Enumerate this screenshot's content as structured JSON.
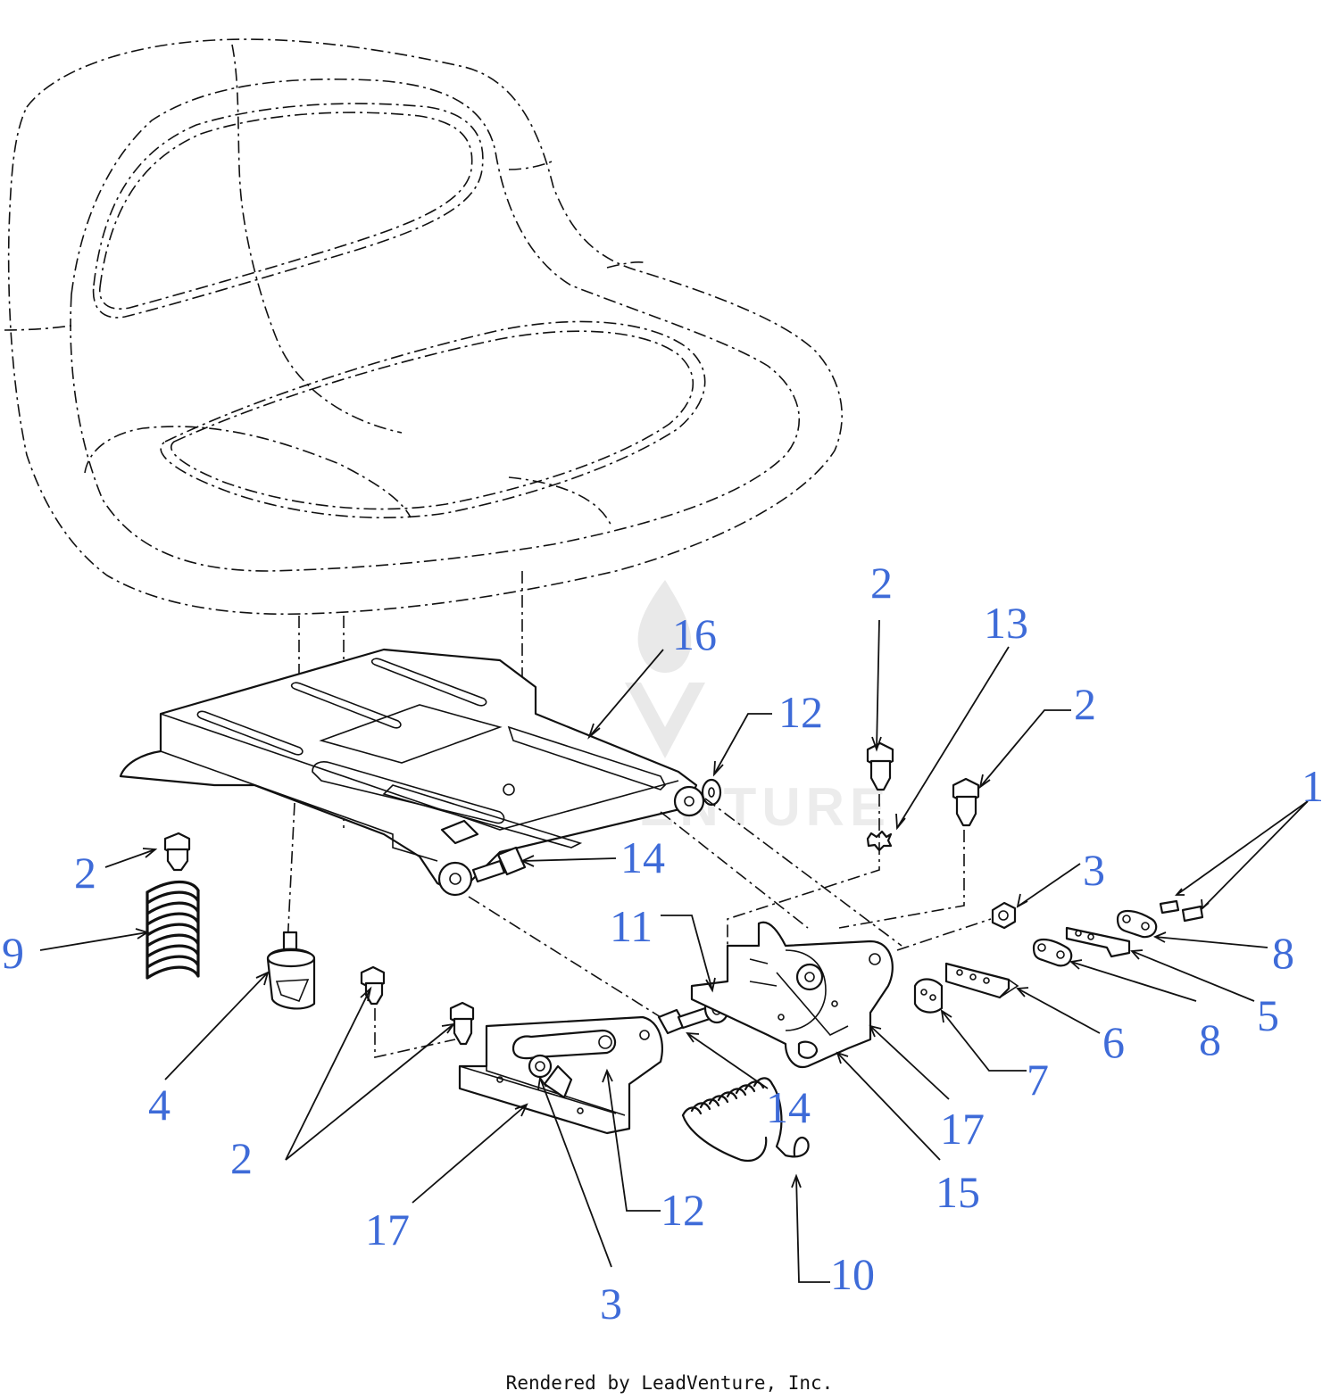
{
  "footer": {
    "text": "Rendered by LeadVenture, Inc."
  },
  "watermark": {
    "text": "LEADVENTURE"
  },
  "colors": {
    "callout": "#3e6bd8",
    "line": "#111111"
  },
  "callouts": [
    {
      "id": "c16",
      "label": "16"
    },
    {
      "id": "c2a",
      "label": "2"
    },
    {
      "id": "c13",
      "label": "13"
    },
    {
      "id": "c12a",
      "label": "12"
    },
    {
      "id": "c2b",
      "label": "2"
    },
    {
      "id": "c1",
      "label": "1"
    },
    {
      "id": "c2c",
      "label": "2"
    },
    {
      "id": "c14a",
      "label": "14"
    },
    {
      "id": "c3a",
      "label": "3"
    },
    {
      "id": "c9",
      "label": "9"
    },
    {
      "id": "c11",
      "label": "11"
    },
    {
      "id": "c8a",
      "label": "8"
    },
    {
      "id": "c5",
      "label": "5"
    },
    {
      "id": "c8b",
      "label": "8"
    },
    {
      "id": "c6",
      "label": "6"
    },
    {
      "id": "c7",
      "label": "7"
    },
    {
      "id": "c4",
      "label": "4"
    },
    {
      "id": "c14b",
      "label": "14"
    },
    {
      "id": "c17a",
      "label": "17"
    },
    {
      "id": "c2d",
      "label": "2"
    },
    {
      "id": "c15",
      "label": "15"
    },
    {
      "id": "c12b",
      "label": "12"
    },
    {
      "id": "c17b",
      "label": "17"
    },
    {
      "id": "c10",
      "label": "10"
    },
    {
      "id": "c3b",
      "label": "3"
    }
  ]
}
